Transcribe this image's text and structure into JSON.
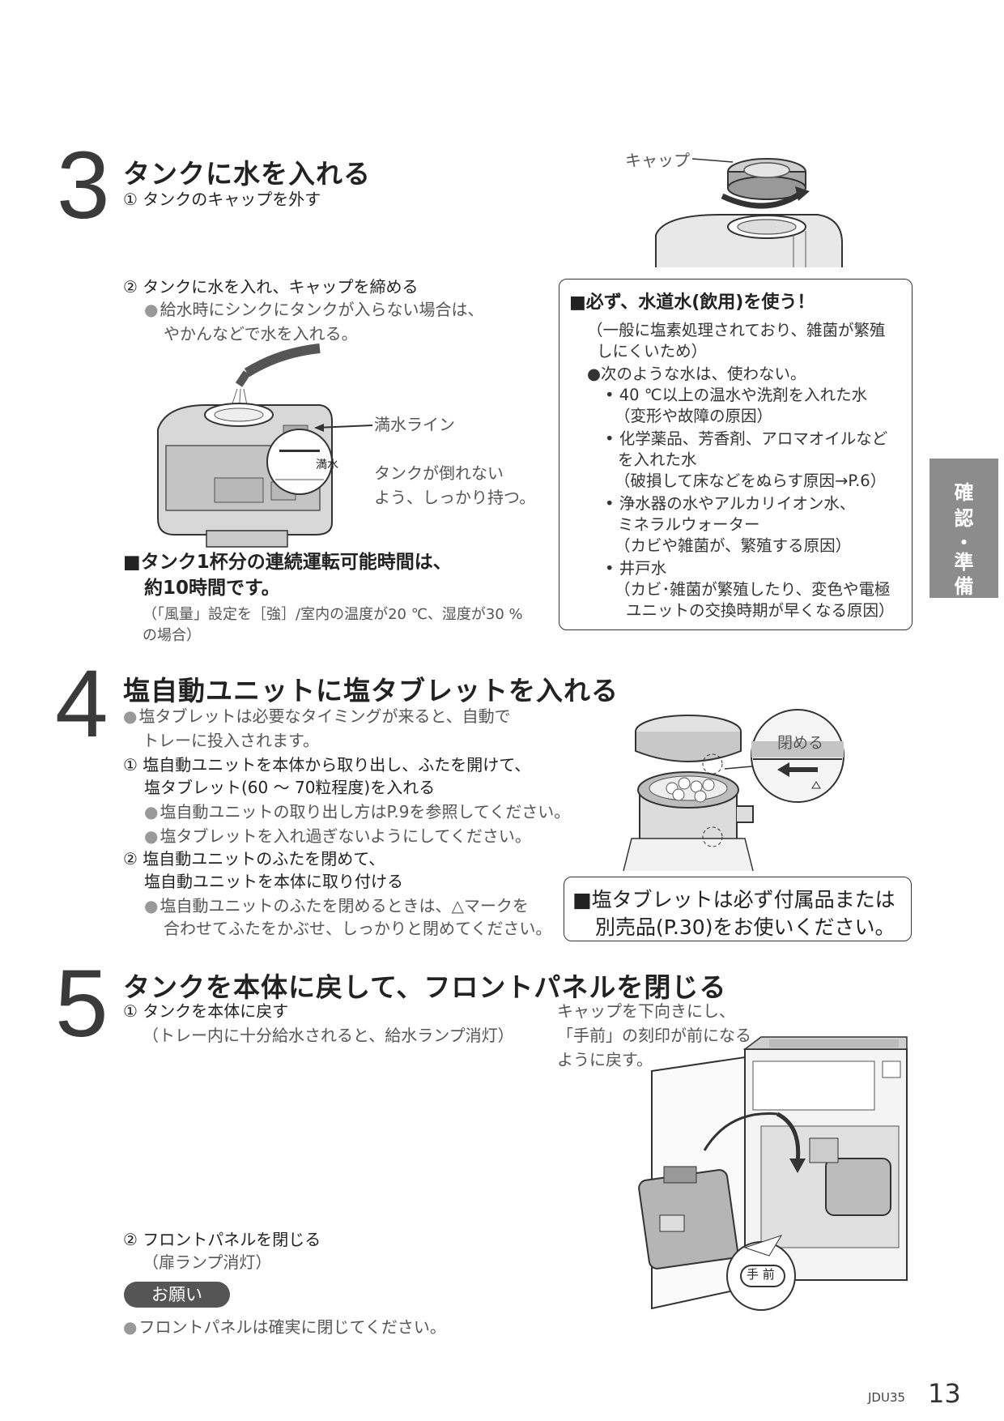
{
  "step3": {
    "number": "3",
    "title": "タンクに水を入れる",
    "sub1": "① タンクのキャップを外す",
    "cap_label": "キャップ",
    "sub2": "② タンクに水を入れ、キャップを締める",
    "note_line1": "給水時にシンクにタンクが入らない場合は、",
    "note_line2": "やかんなどで水を入れる。",
    "full_line_label": "満水ライン",
    "full_mark": "満水",
    "hold_line1": "タンクが倒れない",
    "hold_line2": "よう、しっかり持つ。",
    "runtime_line1": "■タンク1杯分の連続運転可能時間は、",
    "runtime_line2": "約10時間です。",
    "runtime_note1": "（「風量」設定を［強］/室内の温度が20 ℃、湿度が30 %",
    "runtime_note2": "の場合）"
  },
  "water_box": {
    "title": "■必ず、水道水(飲用)を使う！",
    "lines": [
      "（一般に塩素処理されており、雑菌が繁殖",
      "しにくいため）",
      "●次のような水は、使わない。",
      "• 40 ℃以上の温水や洗剤を入れた水",
      "（変形や故障の原因）",
      "• 化学薬品、芳香剤、アロマオイルなど",
      "を入れた水",
      "（破損して床などをぬらす原因→P.6）",
      "• 浄水器の水やアルカリイオン水、",
      "ミネラルウォーター",
      "（カビや雑菌が、繁殖する原因）",
      "• 井戸水",
      "（カビ･雑菌が繁殖したり、変色や電極",
      "ユニットの交換時期が早くなる原因）"
    ]
  },
  "side_tab": {
    "c1": "確",
    "c2": "認",
    "c3": "・",
    "c4": "準",
    "c5": "備"
  },
  "step4": {
    "number": "4",
    "title": "塩自動ユニットに塩タブレットを入れる",
    "intro1": "塩タブレットは必要なタイミングが来ると、自動で",
    "intro2": "トレーに投入されます。",
    "sub1_line1": "① 塩自動ユニットを本体から取り出し、ふたを開けて、",
    "sub1_line2": "塩タブレット(60 ～ 70粒程度)を入れる",
    "bullet1": "塩自動ユニットの取り出し方はP.9を参照してください。",
    "bullet2": "塩タブレットを入れ過ぎないようにしてください。",
    "sub2_line1": "② 塩自動ユニットのふたを閉めて、",
    "sub2_line2": "塩自動ユニットを本体に取り付ける",
    "bullet3_line1": "塩自動ユニットのふたを閉めるときは、△マークを",
    "bullet3_line2": "合わせてふたをかぶせ、しっかりと閉めてください。",
    "close_label": "閉める",
    "salt_box_line1": "■塩タブレットは必ず付属品または",
    "salt_box_line2": "別売品(P.30)をお使いください。"
  },
  "step5": {
    "number": "5",
    "title": "タンクを本体に戻して、フロントパネルを閉じる",
    "sub1": "① タンクを本体に戻す",
    "sub1_note": "（トレー内に十分給水されると、給水ランプ消灯）",
    "cap_note1": "キャップを下向きにし、",
    "cap_note2": "「手前」の刻印が前になる",
    "cap_note3": "ように戻す。",
    "front_mark": "手 前",
    "sub2": "② フロントパネルを閉じる",
    "sub2_note": "（扉ランプ消灯）",
    "request_label": "お願い",
    "request_text": "フロントパネルは確実に閉じてください。"
  },
  "footer": {
    "model": "JDU35",
    "page": "13"
  }
}
